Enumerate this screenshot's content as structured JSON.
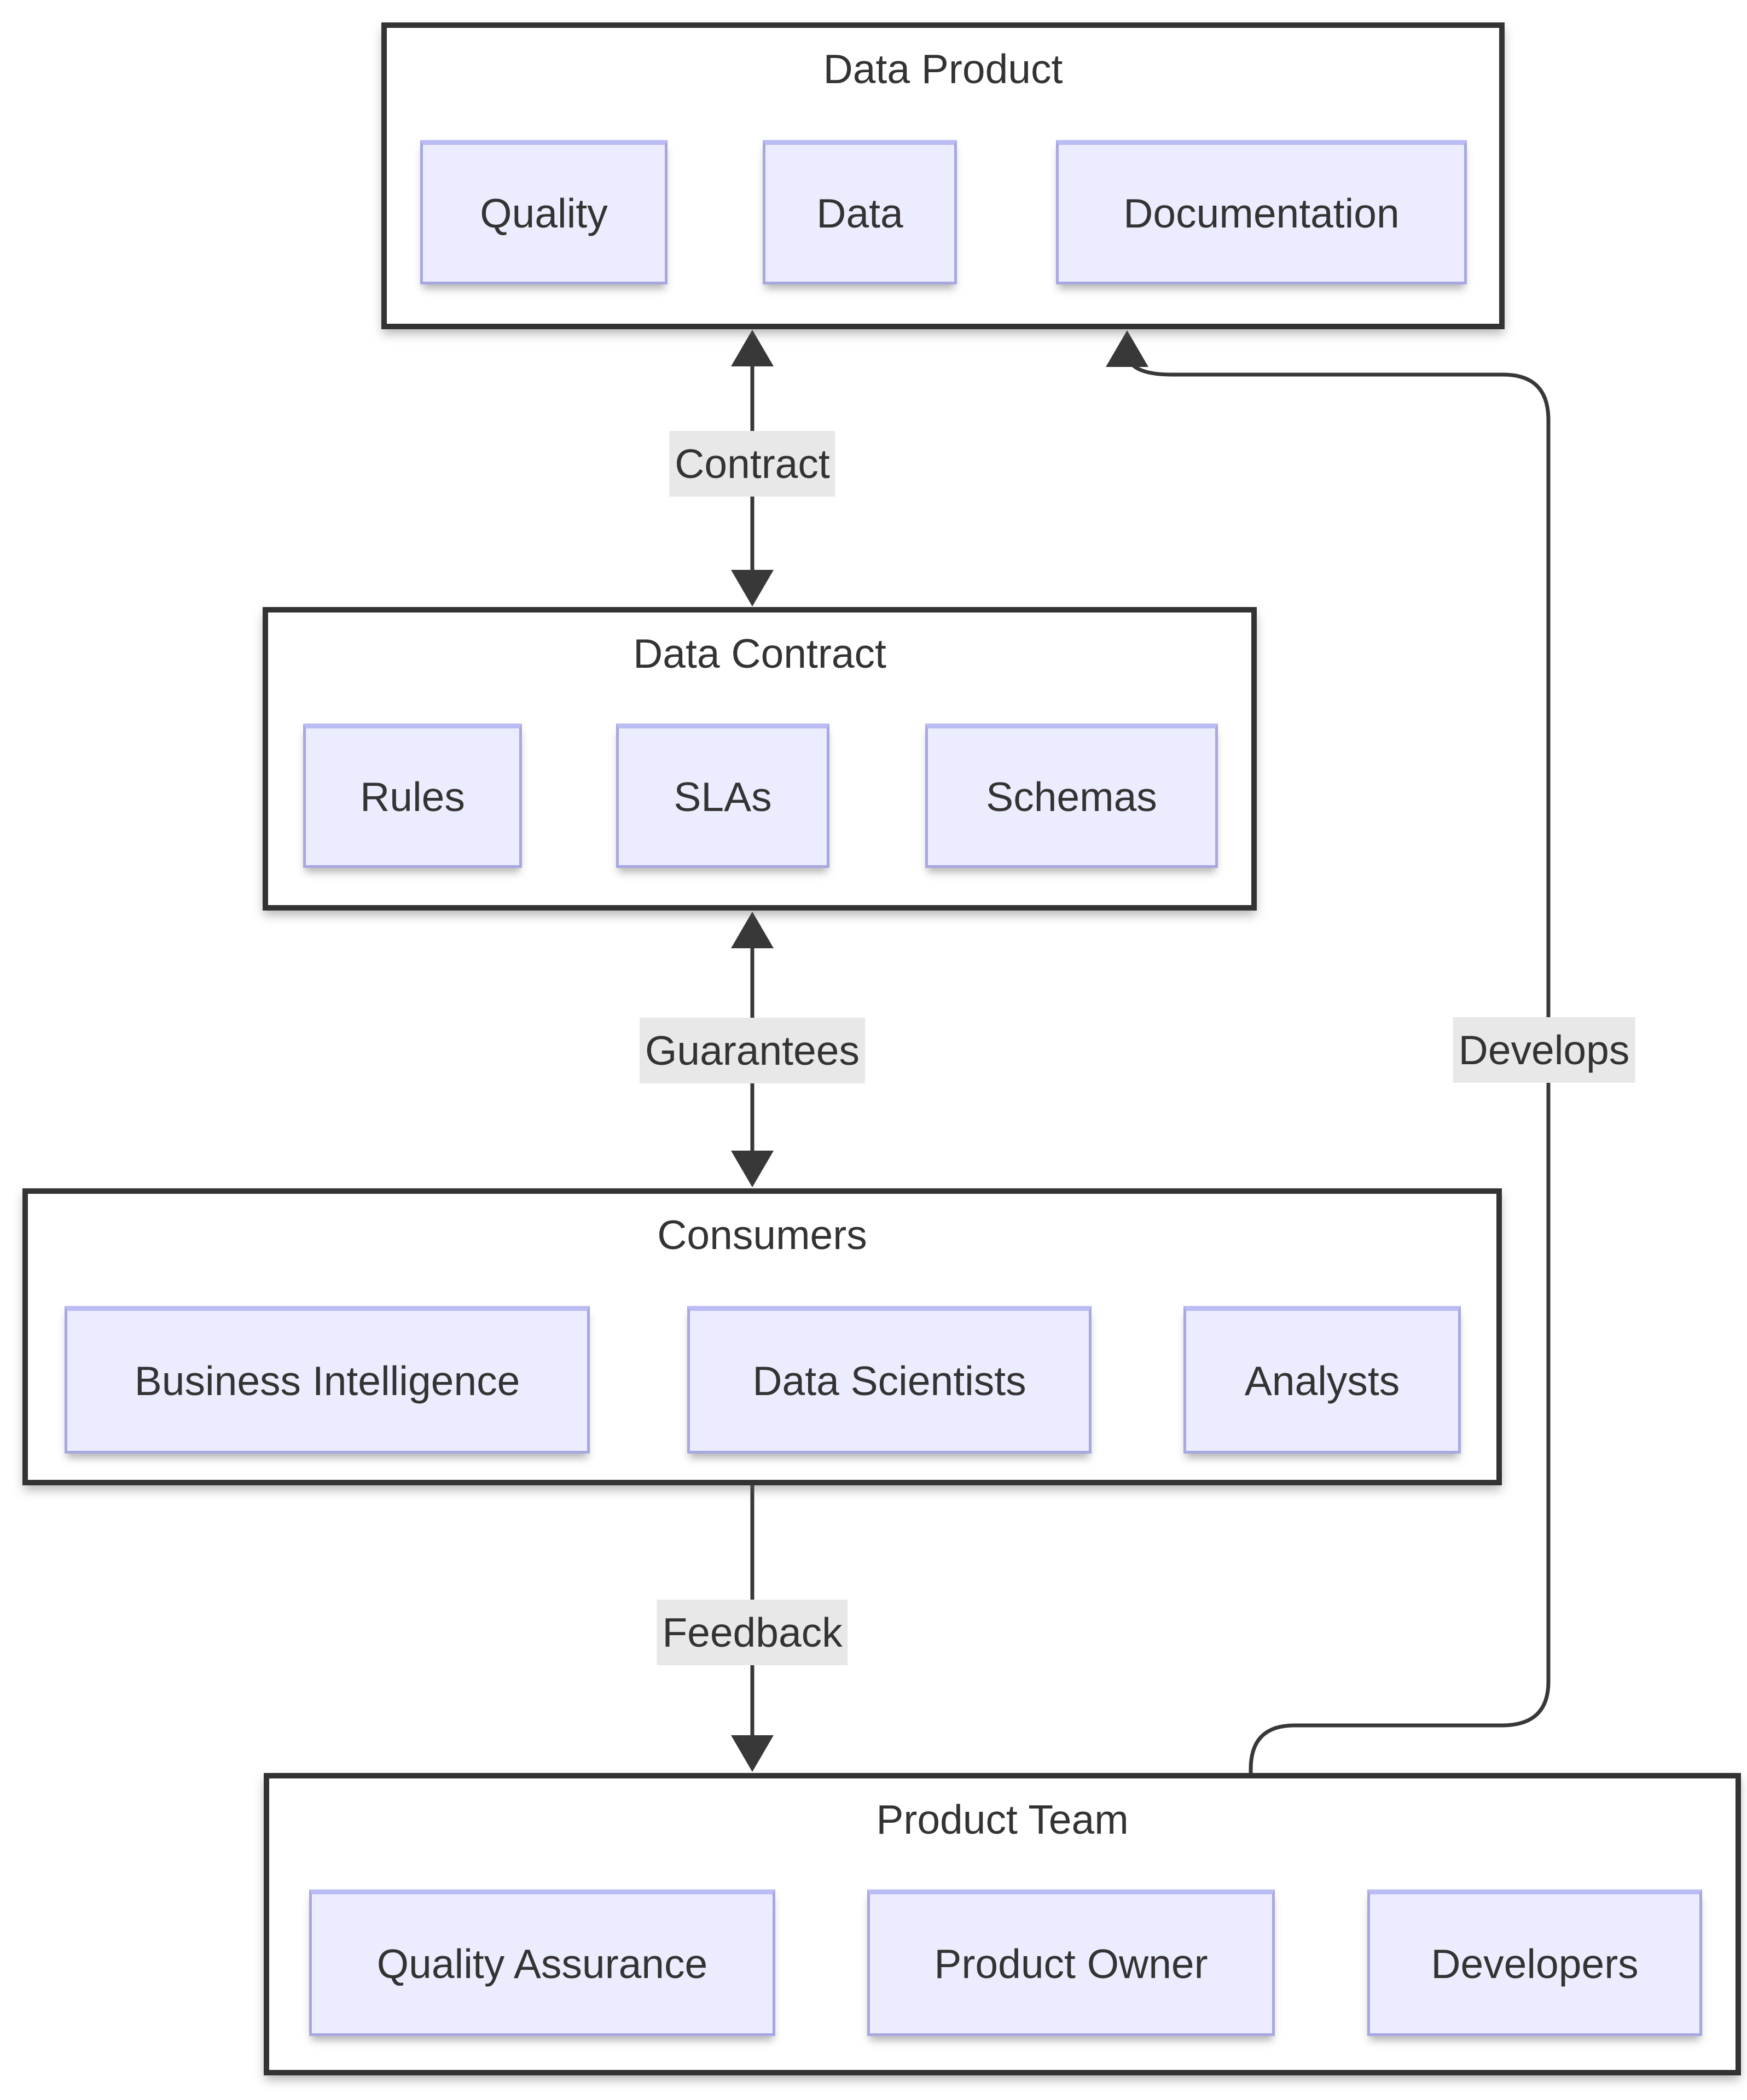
{
  "diagram": {
    "groups": [
      {
        "title": "Data Product",
        "nodes": [
          {
            "label": "Quality"
          },
          {
            "label": "Data"
          },
          {
            "label": "Documentation"
          }
        ]
      },
      {
        "title": "Data Contract",
        "nodes": [
          {
            "label": "Rules"
          },
          {
            "label": "SLAs"
          },
          {
            "label": "Schemas"
          }
        ]
      },
      {
        "title": "Consumers",
        "nodes": [
          {
            "label": "Business Intelligence"
          },
          {
            "label": "Data Scientists"
          },
          {
            "label": "Analysts"
          }
        ]
      },
      {
        "title": "Product Team",
        "nodes": [
          {
            "label": "Quality Assurance"
          },
          {
            "label": "Product Owner"
          },
          {
            "label": "Developers"
          }
        ]
      }
    ],
    "edges": [
      {
        "label": "Contract",
        "from": "Data Product",
        "to": "Data Contract",
        "direction": "bidirectional"
      },
      {
        "label": "Guarantees",
        "from": "Data Contract",
        "to": "Consumers",
        "direction": "bidirectional"
      },
      {
        "label": "Feedback",
        "from": "Consumers",
        "to": "Product Team",
        "direction": "down"
      },
      {
        "label": "Develops",
        "from": "Product Team",
        "to": "Data Product",
        "direction": "up"
      }
    ]
  },
  "theme": {
    "background": "#ffffff",
    "container_border": "#333333",
    "node_fill": "#ececff",
    "node_border": "#a7a7e1",
    "node_border_top": "#bcbcf4",
    "edge_color": "#383838",
    "text_color": "#333333",
    "edge_label_bg": "#e8e8e8"
  }
}
